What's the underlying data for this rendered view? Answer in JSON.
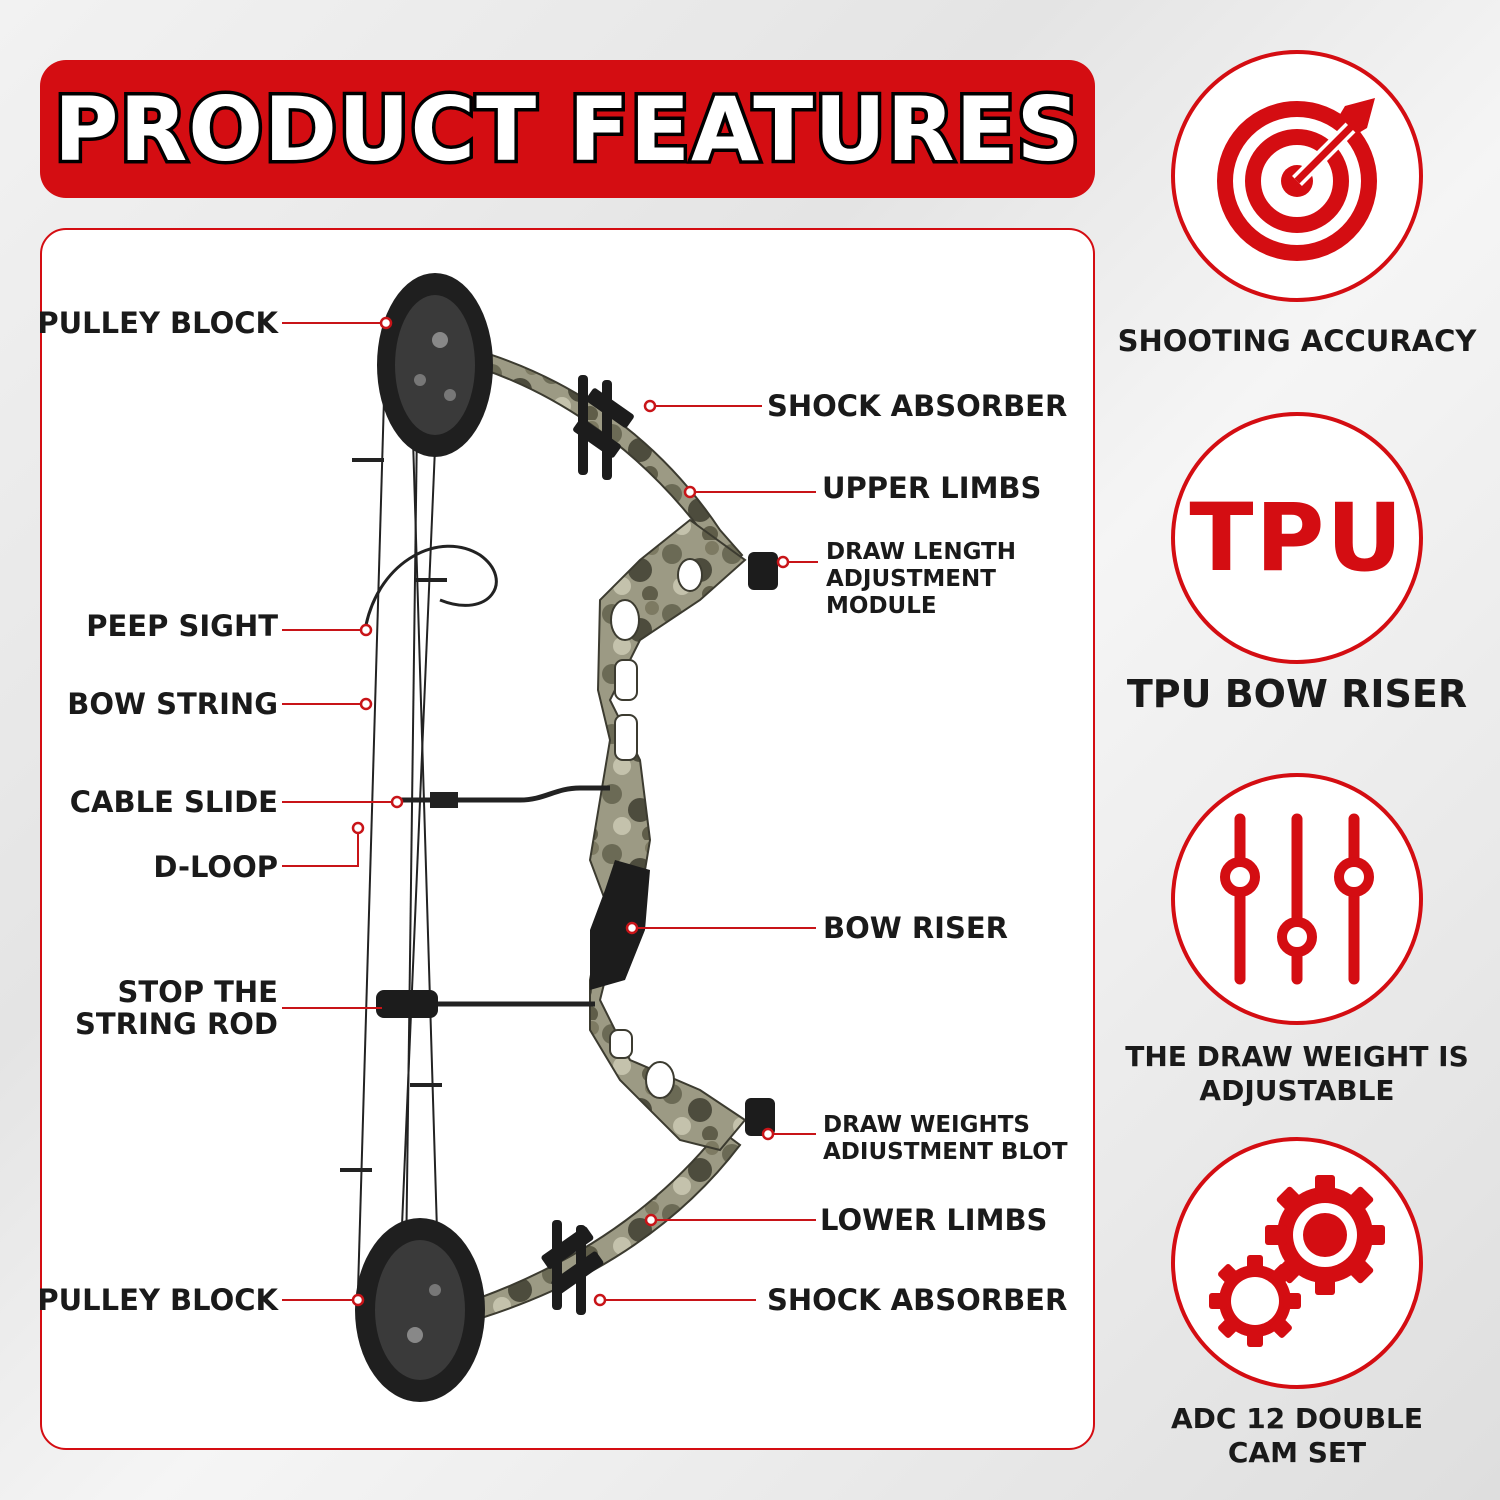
{
  "header": {
    "title": "PRODUCT FEATURES"
  },
  "labels": {
    "pulley_block_top": "PULLEY BLOCK",
    "peep_sight": "PEEP SIGHT",
    "bow_string": "BOW STRING",
    "cable_slide": "CABLE SLIDE",
    "d_loop": "D-LOOP",
    "stop_string_rod_1": "STOP THE",
    "stop_string_rod_2": "STRING ROD",
    "pulley_block_bottom": "PULLEY BLOCK",
    "shock_absorber_top": "SHOCK ABSORBER",
    "upper_limbs": "UPPER LIMBS",
    "draw_length_1": "DRAW LENGTH",
    "draw_length_2": "ADJUSTMENT",
    "draw_length_3": "MODULE",
    "bow_riser": "BOW RISER",
    "draw_weights_1": "DRAW WEIGHTS",
    "draw_weights_2": "ADIUSTMENT BLOT",
    "lower_limbs": "LOWER LIMBS",
    "shock_absorber_bottom": "SHOCK ABSORBER"
  },
  "features": [
    {
      "icon": "target-arrow-icon",
      "label": "SHOOTING ACCURACY"
    },
    {
      "icon": "tpu-text-icon",
      "icon_text": "TPU",
      "label": "TPU BOW RISER"
    },
    {
      "icon": "sliders-icon",
      "label_1": "THE DRAW WEIGHT IS",
      "label_2": "ADJUSTABLE"
    },
    {
      "icon": "gears-icon",
      "label_1": "ADC 12 DOUBLE",
      "label_2": "CAM SET"
    }
  ],
  "colors": {
    "accent": "#d40d12",
    "text": "#1a1a1a",
    "background": "#ffffff"
  }
}
